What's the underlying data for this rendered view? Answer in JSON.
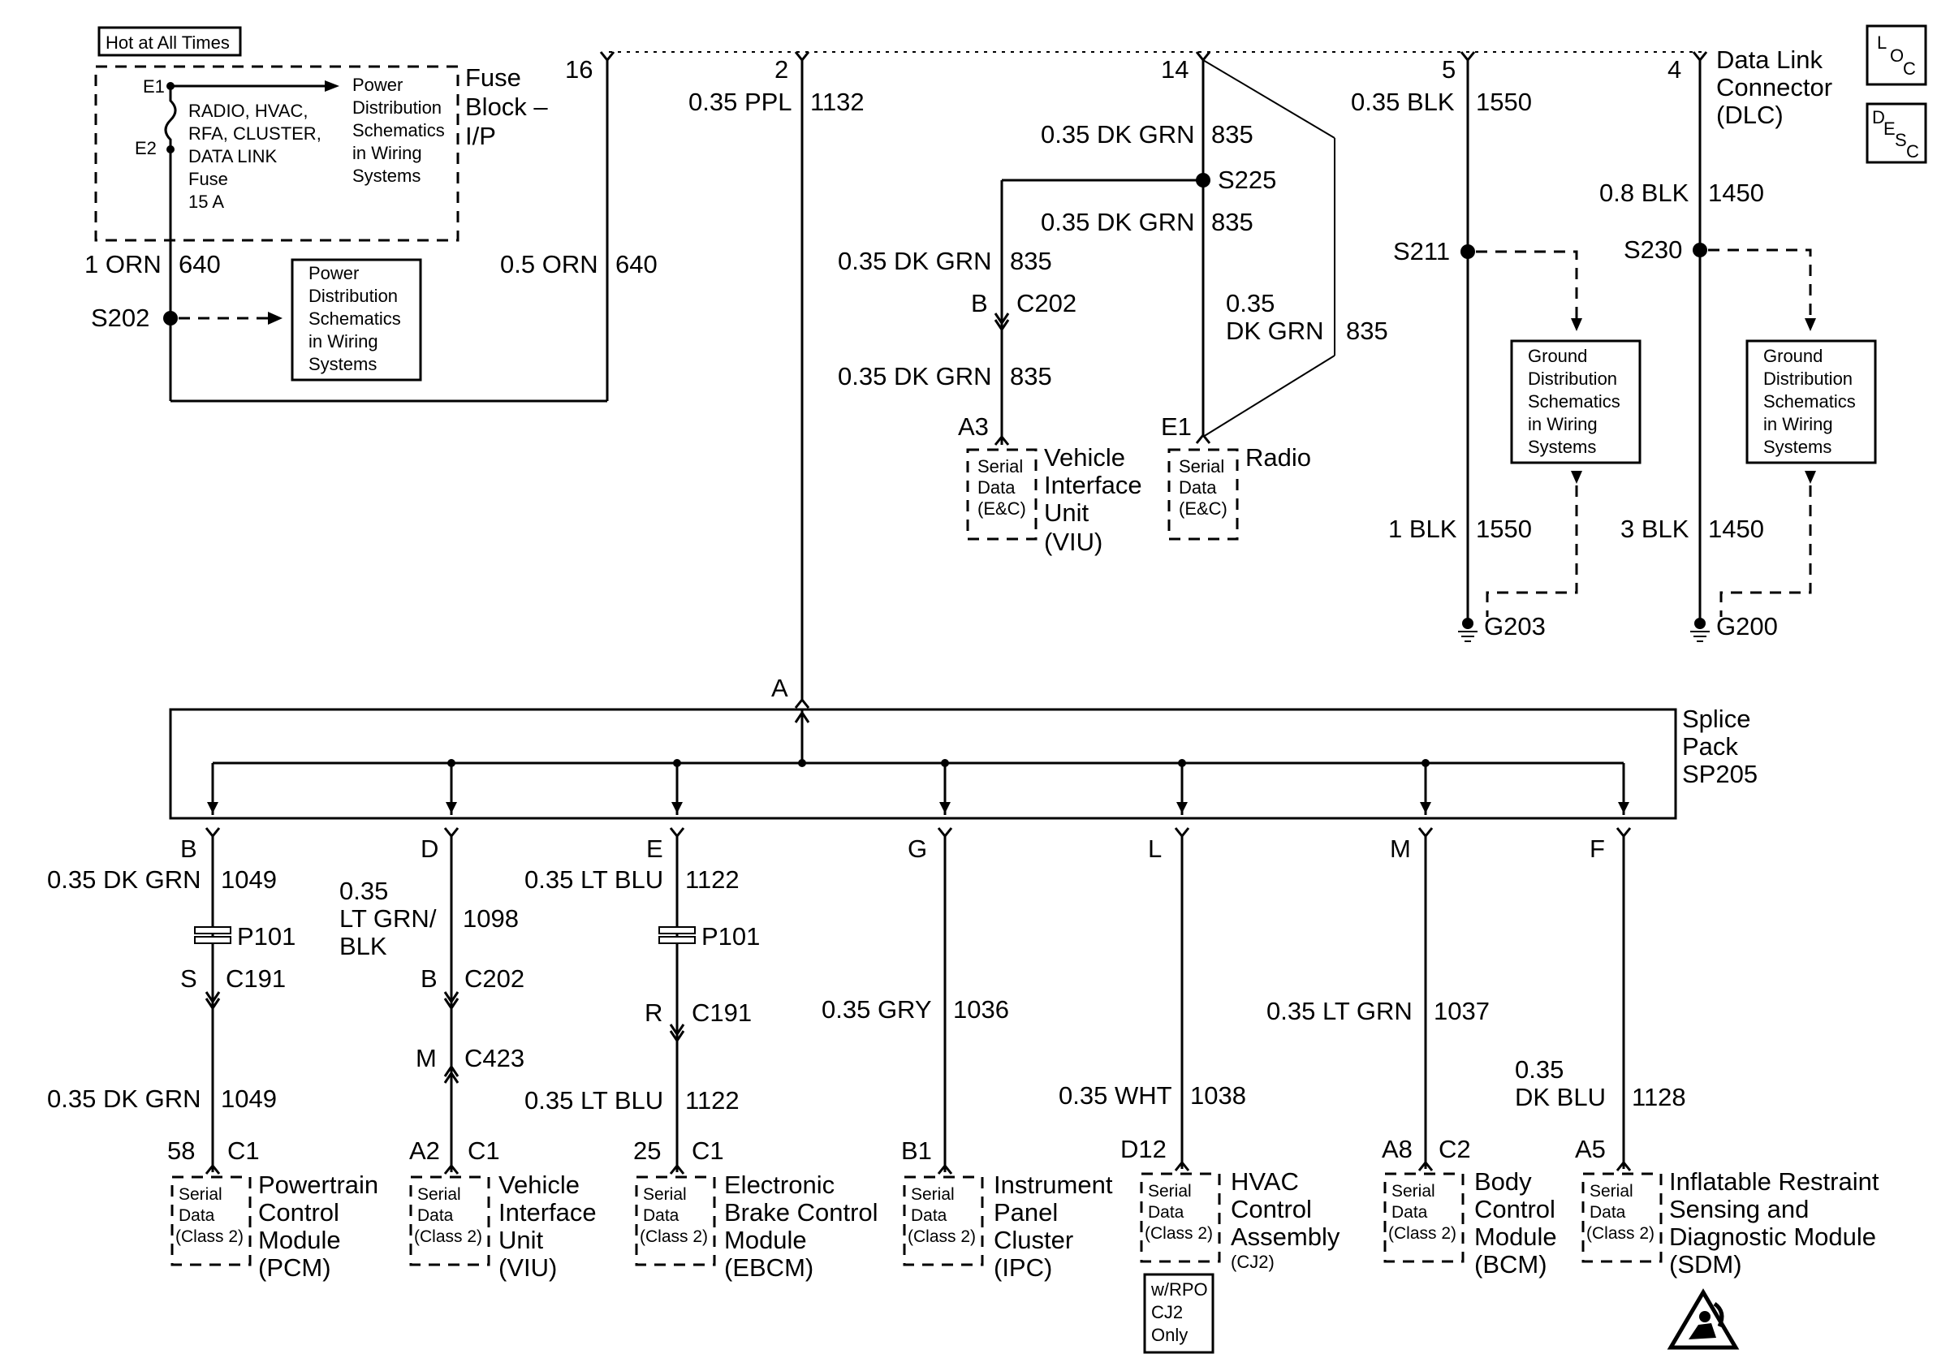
{
  "fuse_block": {
    "hot_label": "Hot at All Times",
    "title_lines": [
      "Fuse",
      "Block –",
      "I/P"
    ],
    "pins": [
      "E1",
      "E2"
    ],
    "fuse_lines": [
      "RADIO, HVAC,",
      "RFA, CLUSTER,",
      "DATA LINK",
      "Fuse",
      "15 A"
    ],
    "ref_lines": [
      "Power",
      "Distribution",
      "Schematics",
      "in Wiring",
      "Systems"
    ]
  },
  "left_feed": {
    "wire_gauge": "1 ORN",
    "wire_circuit": "640",
    "splice": "S202",
    "ref_lines": [
      "Power",
      "Distribution",
      "Schematics",
      "in Wiring",
      "Systems"
    ],
    "return_gauge": "0.5 ORN",
    "return_circuit": "640",
    "dlc_pin": "16"
  },
  "ppl_feed": {
    "dlc_pin": "2",
    "wire_gauge": "0.35 PPL",
    "wire_circuit": "1132",
    "splice_pin": "A"
  },
  "dlc": {
    "title_lines": [
      "Data Link",
      "Connector",
      "(DLC)"
    ]
  },
  "dkgrn_branch": {
    "dlc_pin": "14",
    "wire_top_gauge": "0.35 DK GRN",
    "wire_top_circuit": "835",
    "splice": "S225",
    "wire_mid_gauge": "0.35 DK GRN",
    "wire_mid_circuit": "835",
    "wire_left_gauge": "0.35 DK GRN",
    "wire_left_circuit": "835",
    "conn_pin": "B",
    "conn": "C202",
    "wire_low_gauge": "0.35 DK GRN",
    "wire_low_circuit": "835",
    "viu_pin": "A3",
    "viu_box": [
      "Serial",
      "Data",
      "(E&C)"
    ],
    "viu_name": [
      "Vehicle",
      "Interface",
      "Unit",
      "(VIU)"
    ],
    "radio_gauge_lines": [
      "0.35",
      "DK GRN"
    ],
    "radio_circuit": "835",
    "radio_pin": "E1",
    "radio_box": [
      "Serial",
      "Data",
      "(E&C)"
    ],
    "radio_name": "Radio"
  },
  "ground_branches": [
    {
      "dlc_pin": "5",
      "wire_gauge": "0.35 BLK",
      "wire_circuit": "1550",
      "splice": "S211",
      "ref_lines": [
        "Ground",
        "Distribution",
        "Schematics",
        "in Wiring",
        "Systems"
      ],
      "low_gauge": "1 BLK",
      "low_circuit": "1550",
      "ground": "G203"
    },
    {
      "dlc_pin": "4",
      "wire_gauge": "0.8 BLK",
      "wire_circuit": "1450",
      "splice": "S230",
      "ref_lines": [
        "Ground",
        "Distribution",
        "Schematics",
        "in Wiring",
        "Systems"
      ],
      "low_gauge": "3 BLK",
      "low_circuit": "1450",
      "ground": "G200"
    }
  ],
  "icons": {
    "loc": [
      "L",
      "O",
      "C"
    ],
    "desc": [
      "D",
      "E",
      "S",
      "C"
    ]
  },
  "splice_pack": {
    "title_lines": [
      "Splice",
      "Pack",
      "SP205"
    ]
  },
  "outputs": [
    {
      "pin": "B",
      "gauge_lines": [
        "0.35 DK GRN"
      ],
      "circuit": "1049",
      "p_conn": "P101",
      "conn_pin": "S",
      "conn": "C191",
      "gauge2": "0.35 DK GRN",
      "circuit2": "1049",
      "mod_pin": "58",
      "mod_conn": "C1",
      "box": [
        "Serial",
        "Data",
        "(Class 2)"
      ],
      "name": [
        "Powertrain",
        "Control",
        "Module",
        "(PCM)"
      ]
    },
    {
      "pin": "D",
      "gauge_lines": [
        "0.35",
        "LT GRN/",
        "BLK"
      ],
      "circuit": "1098",
      "conn1_pin": "B",
      "conn1": "C202",
      "conn2_pin": "M",
      "conn2": "C423",
      "mod_pin": "A2",
      "mod_conn": "C1",
      "box": [
        "Serial",
        "Data",
        "(Class 2)"
      ],
      "name": [
        "Vehicle",
        "Interface",
        "Unit",
        "(VIU)"
      ]
    },
    {
      "pin": "E",
      "gauge_lines": [
        "0.35 LT BLU"
      ],
      "circuit": "1122",
      "p_conn": "P101",
      "conn_pin": "R",
      "conn": "C191",
      "gauge2": "0.35 LT BLU",
      "circuit2": "1122",
      "mod_pin": "25",
      "mod_conn": "C1",
      "box": [
        "Serial",
        "Data",
        "(Class 2)"
      ],
      "name": [
        "Electronic",
        "Brake Control",
        "Module",
        "(EBCM)"
      ]
    },
    {
      "pin": "G",
      "gauge_lines": [
        "0.35 GRY"
      ],
      "circuit": "1036",
      "mod_pin": "B1",
      "box": [
        "Serial",
        "Data",
        "(Class 2)"
      ],
      "name": [
        "Instrument",
        "Panel",
        "Cluster",
        "(IPC)"
      ]
    },
    {
      "pin": "L",
      "gauge_lines": [
        "0.35 WHT"
      ],
      "circuit": "1038",
      "mod_pin": "D12",
      "box": [
        "Serial",
        "Data",
        "(Class 2)"
      ],
      "name": [
        "HVAC",
        "Control",
        "Assembly",
        "(CJ2)"
      ],
      "note": [
        "w/RPO",
        "CJ2",
        "Only"
      ]
    },
    {
      "pin": "M",
      "gauge_lines": [
        "0.35 LT GRN"
      ],
      "circuit": "1037",
      "mod_pin": "A8",
      "mod_conn": "C2",
      "box": [
        "Serial",
        "Data",
        "(Class 2)"
      ],
      "name": [
        "Body",
        "Control",
        "Module",
        "(BCM)"
      ]
    },
    {
      "pin": "F",
      "gauge_lines": [
        "0.35",
        "DK BLU"
      ],
      "circuit": "1128",
      "mod_pin": "A5",
      "box": [
        "Serial",
        "Data",
        "(Class 2)"
      ],
      "name": [
        "Inflatable Restraint",
        "Sensing and",
        "Diagnostic Module",
        "(SDM)"
      ]
    }
  ]
}
